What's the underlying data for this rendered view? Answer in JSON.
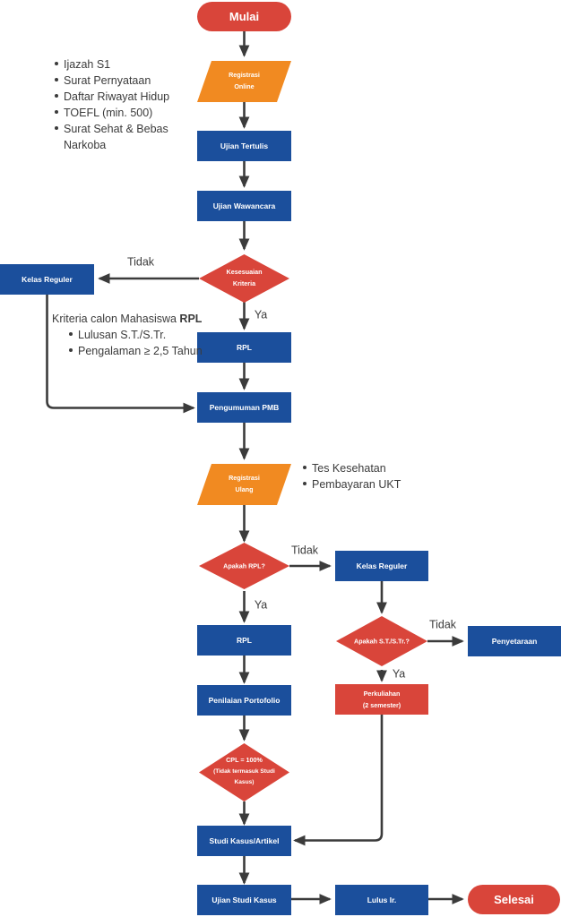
{
  "diagram": {
    "title": "Alur Penerimaan Mahasiswa Baru RPL",
    "colors": {
      "red": "#d9453a",
      "blue": "#1b4f9c",
      "orange": "#f18a21",
      "line": "#3b3b3b",
      "text": "#3b3b3b",
      "node_text": "#ffffff",
      "background": "#ffffff"
    }
  },
  "nodes": {
    "mulai": {
      "label": "Mulai",
      "shape": "terminal",
      "color": "red"
    },
    "registrasi_online": {
      "label_line1": "Registrasi",
      "label_line2": "Online",
      "shape": "parallelogram",
      "color": "orange"
    },
    "ujian_tertulis": {
      "label": "Ujian Tertulis",
      "shape": "process",
      "color": "blue"
    },
    "ujian_wawancara": {
      "label": "Ujian Wawancara",
      "shape": "process",
      "color": "blue"
    },
    "kesesuaian_kriteria": {
      "label_line1": "Kesesuaian",
      "label_line2": "Kriteria",
      "shape": "decision",
      "color": "red"
    },
    "kelas_reguler_kiri": {
      "label": "Kelas Reguler",
      "shape": "process",
      "color": "blue"
    },
    "rpl_atas": {
      "label": "RPL",
      "shape": "process",
      "color": "blue"
    },
    "pengumuman_pmb": {
      "label": "Pengumuman PMB",
      "shape": "process",
      "color": "blue"
    },
    "registrasi_ulang": {
      "label_line1": "Registrasi",
      "label_line2": "Ulang",
      "shape": "parallelogram",
      "color": "orange"
    },
    "apakah_rpl": {
      "label": "Apakah RPL?",
      "shape": "decision",
      "color": "red"
    },
    "kelas_reguler_tengah": {
      "label": "Kelas Reguler",
      "shape": "process",
      "color": "blue"
    },
    "rpl_bawah": {
      "label": "RPL",
      "shape": "process",
      "color": "blue"
    },
    "apakah_st_str": {
      "label": "Apakah S.T./S.Tr.?",
      "shape": "decision",
      "color": "red"
    },
    "penyetaraan": {
      "label": "Penyetaraan",
      "shape": "process",
      "color": "blue"
    },
    "penilaian_portofolio": {
      "label": "Penilaian Portofolio",
      "shape": "process",
      "color": "blue"
    },
    "perkuliahan": {
      "label_line1": "Perkuliahan",
      "label_line2": "(2 semester)",
      "shape": "process",
      "color": "red"
    },
    "cpl": {
      "label_line1": "CPL = 100%",
      "label_line2": "(Tidak termasuk Studi",
      "label_line3": "Kasus)",
      "shape": "decision",
      "color": "red"
    },
    "studi_kasus_artikel": {
      "label": "Studi Kasus/Artikel",
      "shape": "process",
      "color": "blue"
    },
    "ujian_studi_kasus": {
      "label": "Ujian Studi Kasus",
      "shape": "process",
      "color": "blue"
    },
    "lulus_ir": {
      "label": "Lulus Ir.",
      "shape": "process",
      "color": "blue"
    },
    "selesai": {
      "label": "Selesai",
      "shape": "terminal",
      "color": "red"
    }
  },
  "edge_labels": {
    "kriteria_tidak": "Tidak",
    "kriteria_ya": "Ya",
    "apakah_rpl_tidak": "Tidak",
    "apakah_rpl_ya": "Ya",
    "apakah_st_tidak": "Tidak",
    "apakah_st_ya": "Ya"
  },
  "notes": {
    "persyaratan": {
      "items": [
        "Ijazah S1",
        "Surat Pernyataan",
        "Daftar Riwayat Hidup",
        "TOEFL (min. 500)",
        "Surat Sehat & Bebas",
        "Narkoba"
      ]
    },
    "kriteria_rpl": {
      "heading_normal": "Kriteria calon Mahasiswa ",
      "heading_bold": "RPL",
      "items": [
        "Lulusan S.T./S.Tr.",
        "Pengalaman ≥ 2,5 Tahun"
      ]
    },
    "registrasi_ulang_note": {
      "items": [
        "Tes Kesehatan",
        "Pembayaran UKT"
      ]
    }
  }
}
